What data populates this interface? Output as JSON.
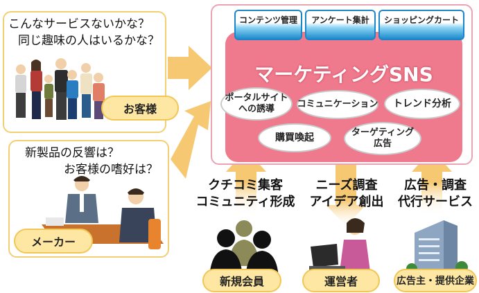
{
  "customer_panel": {
    "question_line1": "こんなサービスないかな？",
    "question_line2": "同じ趣味の人はいるかな？",
    "badge": "お客様"
  },
  "maker_panel": {
    "question_line1": "新製品の反響は？",
    "question_line2": "お客様の嗜好は？",
    "badge": "メーカー"
  },
  "sns": {
    "tabs": [
      "コンテンツ管理",
      "アンケート集計",
      "ショッピングカート"
    ],
    "title": "マーケティングSNS",
    "features": {
      "portal_line1": "ポータルサイト",
      "portal_line2": "への誘導",
      "communication": "コミュニケーション",
      "trend": "トレンド分析",
      "purchase": "購買喚起",
      "targeting_line1": "ターゲティング",
      "targeting_line2": "広告"
    }
  },
  "flows": {
    "word_of_mouth_line1": "クチコミ集客",
    "word_of_mouth_line2": "コミュニティ形成",
    "needs_line1": "ニーズ調査",
    "needs_line2": "アイデア創出",
    "ads_line1": "広告・調査",
    "ads_line2": "代行サービス"
  },
  "actors": {
    "new_members": "新規会員",
    "operator": "運営者",
    "advertisers": "広告主・提供企業"
  },
  "colors": {
    "panel_border": "#f2cf72",
    "arrow": "#f6c872",
    "sns_pink": "#f07a8d",
    "tab_blue": "#1e8ccc"
  }
}
